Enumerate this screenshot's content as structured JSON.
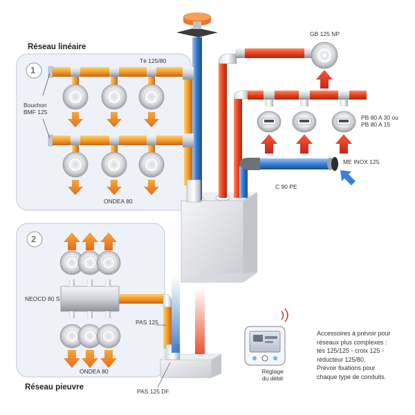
{
  "panel_linear": {
    "title": "Réseau linéaire",
    "number": "1"
  },
  "panel_octopus": {
    "title": "Réseau pieuvre",
    "number": "2"
  },
  "labels": {
    "te": "Té 125/80",
    "bouchon": "Bouchon",
    "bmf": "BMF 125",
    "ondea_top": "ONDEA 80",
    "ondea_bottom": "ONDEA 80",
    "gb": "GB 125 NP",
    "pb1": "PB 80 A 30 ou",
    "pb2": "PB 80 A 15",
    "me_inox": "ME INOX 125",
    "c90": "C 90 PE",
    "neocd": "NEOCD 80 S",
    "pas125": "PAS 125",
    "pas125df": "PAS 125 DF",
    "reglage1": "Réglage",
    "reglage2": "du débit"
  },
  "note": {
    "lines": [
      "Accessoires à prévoir pour",
      "réseaux plus complexes :",
      "tés 125/125 - croix 125 -",
      "réducteur 125/80.",
      "Prévoir fixations pour",
      "chaque type de conduits."
    ]
  },
  "colors": {
    "warm_duct": "#f39a1e",
    "hot_duct": "#e8401c",
    "cold_duct": "#2f74c8",
    "airflow_orange": "#f08a24",
    "airflow_red": "#e23b25",
    "airflow_blue": "#3a82d6",
    "panel_bg": "#eef1f8"
  }
}
